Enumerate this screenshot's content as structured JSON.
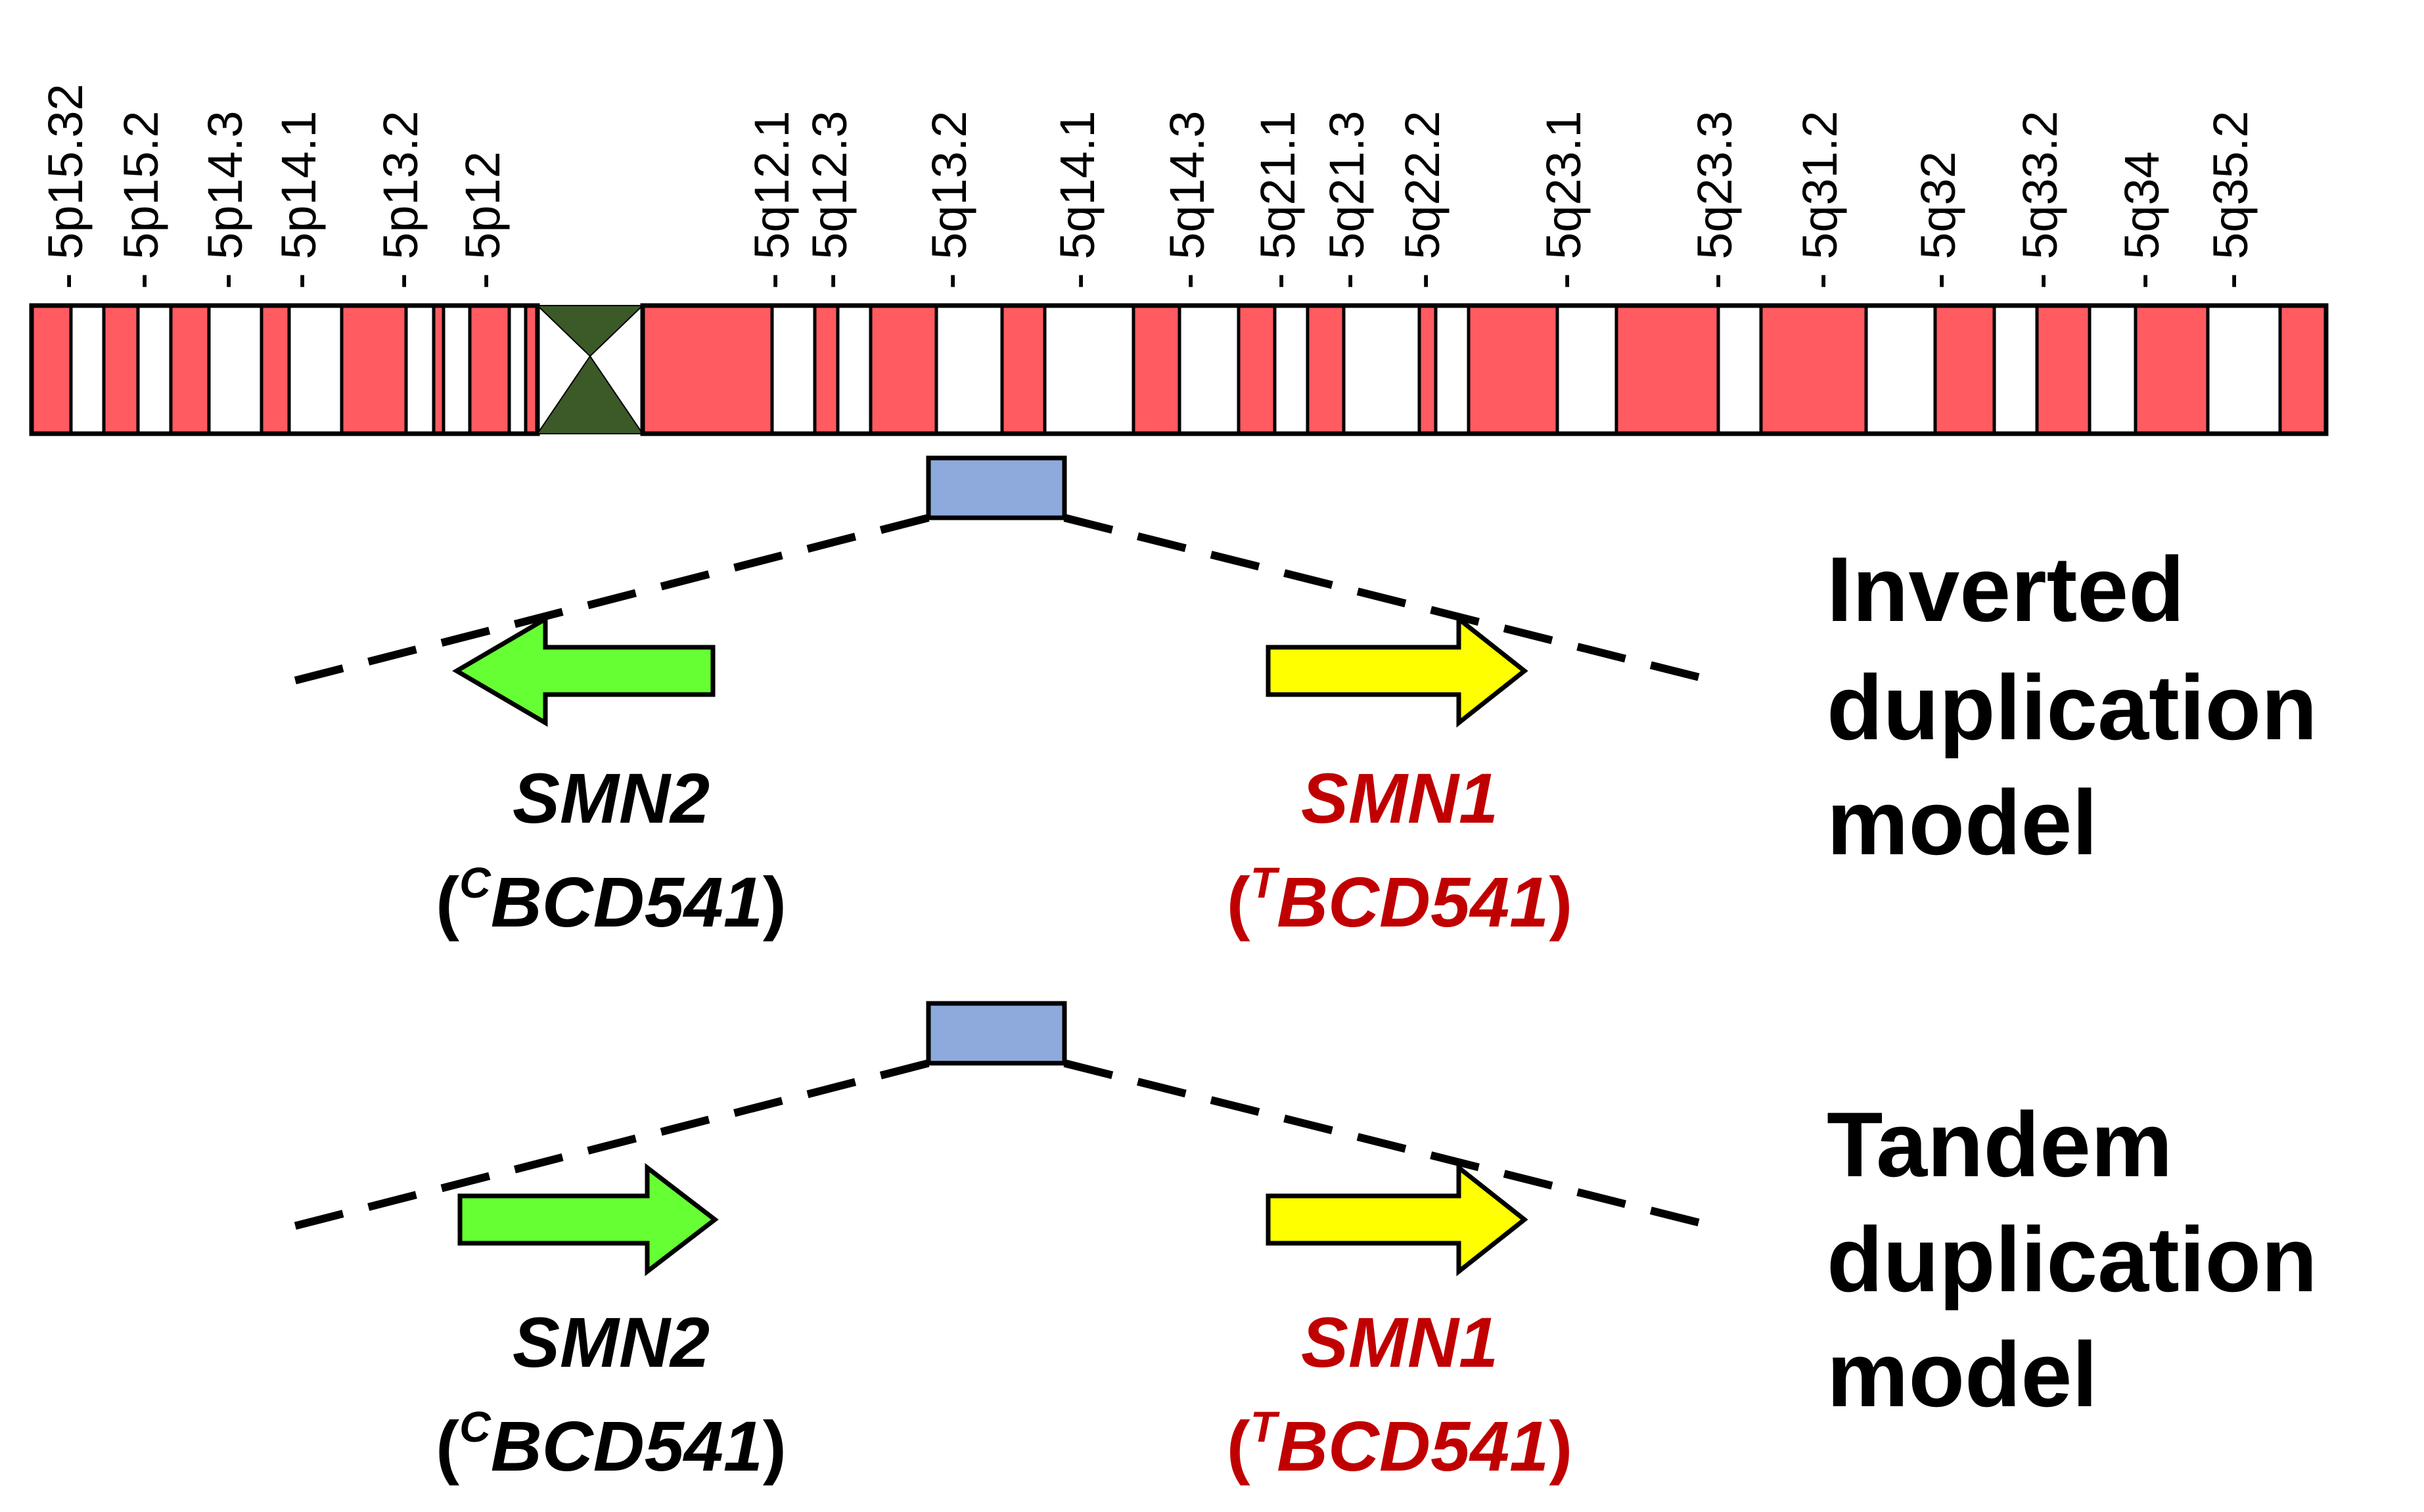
{
  "colors": {
    "band_dark": "#ff5b60",
    "band_light": "#ffffff",
    "centromere": "#3c5a28",
    "locus": "#8eaadc",
    "smn2_arrow": "#66ff33",
    "smn1_arrow": "#ffff00",
    "smn1_text": "#c00000",
    "smn2_text": "#000000"
  },
  "chromosome": {
    "band_labels": [
      "5p15.32",
      "5p15.2",
      "5p14.3",
      "5p14.1",
      "5p13.2",
      "5p12",
      "5q12.1",
      "5q12.3",
      "5q13.2",
      "5q14.1",
      "5q14.3",
      "5q21.1",
      "5q21.3",
      "5q22.2",
      "5q23.1",
      "5q23.3",
      "5q31.2",
      "5q32",
      "5q33.2",
      "5q34",
      "5q35.2"
    ]
  },
  "inverted": {
    "smn2": {
      "name": "SMN2",
      "sup": "C",
      "allele": "BCD541",
      "open": "(",
      "close": ")"
    },
    "smn1": {
      "name": "SMN1",
      "sup": "T",
      "allele": "BCD541",
      "open": "(",
      "close": ")"
    },
    "model_lines": [
      "Inverted",
      "duplication",
      "model"
    ]
  },
  "tandem": {
    "smn2": {
      "name": "SMN2",
      "sup": "C",
      "allele": "BCD541",
      "open": "(",
      "close": ")"
    },
    "smn1": {
      "name": "SMN1",
      "sup": "T",
      "allele": "BCD541",
      "open": "(",
      "close": ")"
    },
    "model_lines": [
      "Tandem",
      "duplication",
      "model"
    ]
  }
}
